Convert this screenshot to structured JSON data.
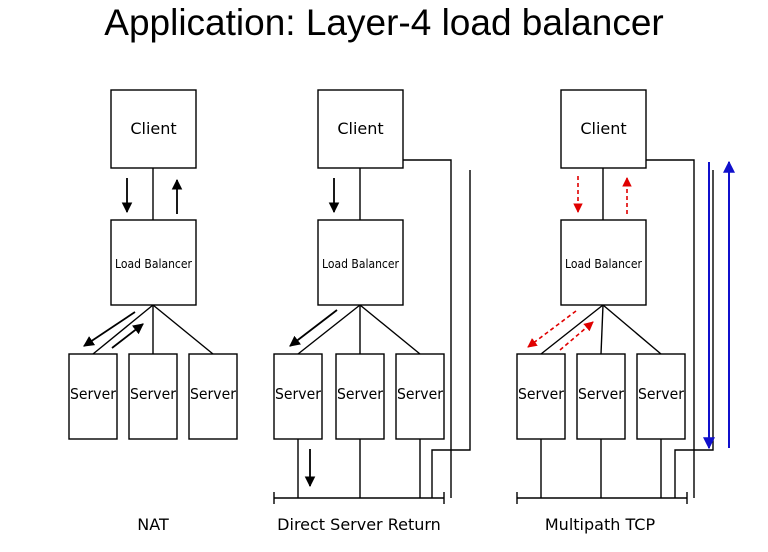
{
  "title": "Application: Layer-4 load balancer",
  "labels": {
    "client": "Client",
    "load_balancer": "Load Balancer",
    "server": "Server"
  },
  "panels": [
    {
      "caption": "NAT"
    },
    {
      "caption": "Direct Server Return"
    },
    {
      "caption": "Multipath TCP"
    }
  ],
  "colors": {
    "line": "#000000",
    "mptcp_subflow": "#e00000",
    "mptcp_direct_path": "#1010cc"
  }
}
